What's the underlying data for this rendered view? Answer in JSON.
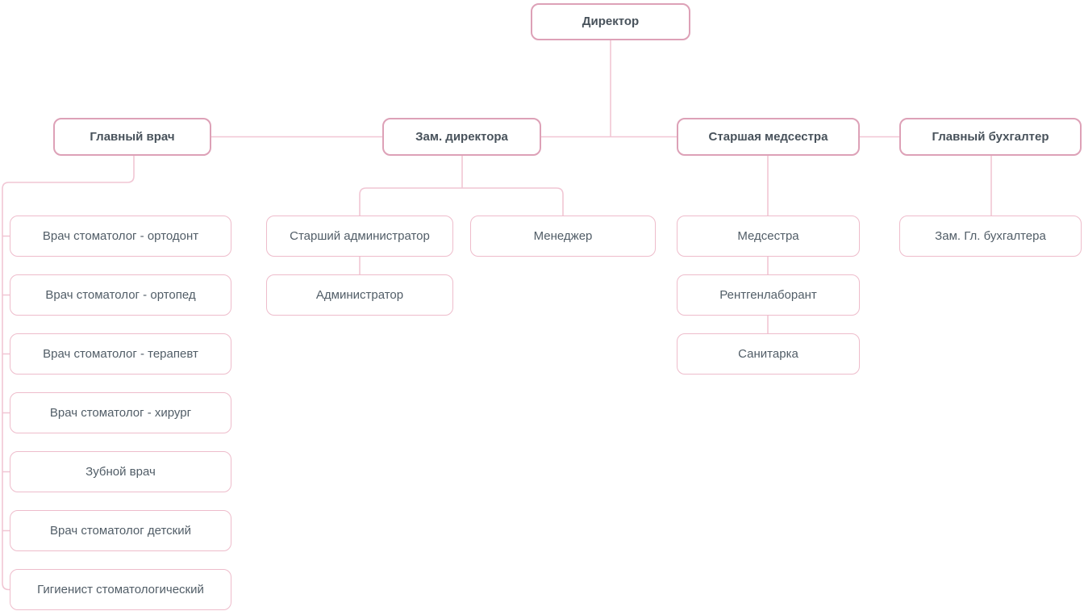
{
  "diagram": {
    "type": "org-chart",
    "root": {
      "label": "Директор"
    },
    "level2": [
      {
        "label": "Главный врач"
      },
      {
        "label": "Зам. директора"
      },
      {
        "label": "Старшая медсестра"
      },
      {
        "label": "Главный бухгалтер"
      }
    ],
    "chief_physician_children": [
      "Врач стоматолог - ортодонт",
      "Врач стоматолог - ортопед",
      "Врач стоматолог - терапевт",
      "Врач стоматолог - хирург",
      "Зубной врач",
      "Врач стоматолог детский",
      "Гигиенист стоматологический"
    ],
    "deputy_director_children": [
      "Старший администратор",
      "Менеджер"
    ],
    "senior_administrator_children": [
      "Администратор"
    ],
    "head_nurse_chain": [
      "Медсестра",
      "Рентгенлаборант",
      "Санитарка"
    ],
    "chief_accountant_children": [
      "Зам. Гл. бухгалтера"
    ]
  },
  "colors": {
    "background": "#ffffff",
    "parent_border": "#dda1b7",
    "child_border": "#eebccb",
    "connector": "#f1c6d4",
    "parent_text": "#48525b",
    "child_text": "#515d67"
  }
}
